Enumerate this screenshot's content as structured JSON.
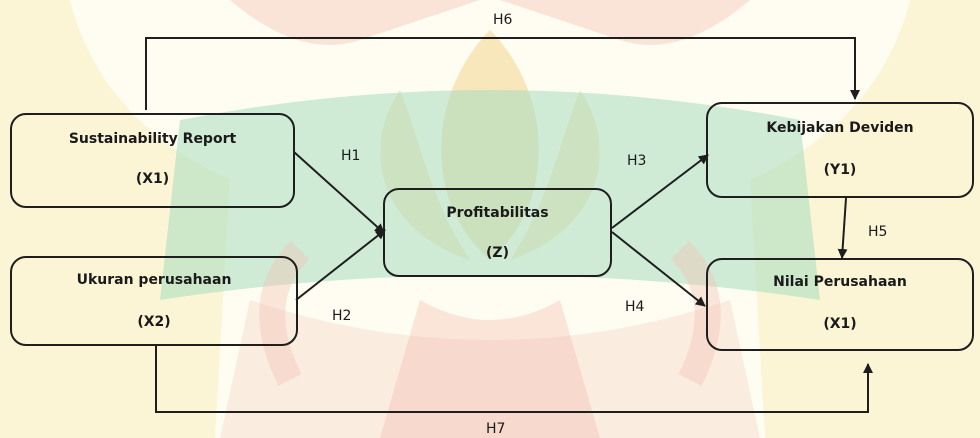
{
  "diagram": {
    "nodes": {
      "x1": {
        "name": "Sustainability Report",
        "code": "(X1)"
      },
      "x2": {
        "name": "Ukuran perusahaan",
        "code": "(X2)"
      },
      "z": {
        "name": "Profitabilitas",
        "code": "(Z)"
      },
      "y1": {
        "name": "Kebijakan Deviden",
        "code": "(Y1)"
      },
      "y2": {
        "name": "Nilai Perusahaan",
        "code": "(X1)"
      }
    },
    "paths": {
      "h1": "H1",
      "h2": "H2",
      "h3": "H3",
      "h4": "H4",
      "h5": "H5",
      "h6": "H6",
      "h7": "H7"
    }
  },
  "watermark": {
    "colors": {
      "yellow": "#f6eab0",
      "green": "#9ed6b8",
      "red": "#f0b0aa",
      "gold": "#e8c48a"
    }
  }
}
